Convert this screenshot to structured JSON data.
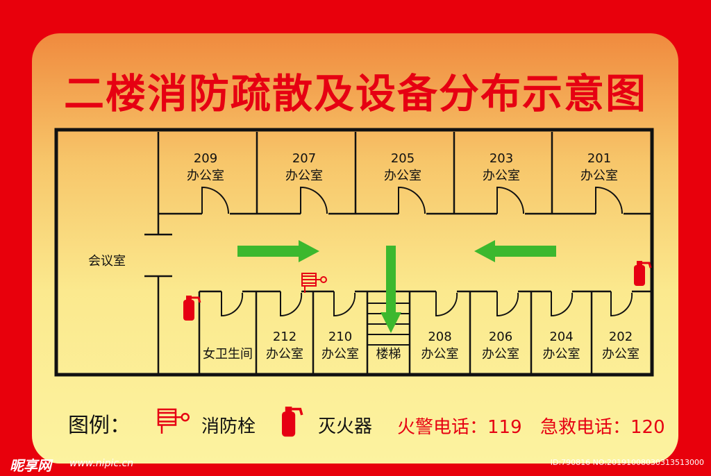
{
  "title": "二楼消防疏散及设备分布示意图",
  "rooms": {
    "meeting": "会议室",
    "r209_num": "209",
    "r209_name": "办公室",
    "r207_num": "207",
    "r207_name": "办公室",
    "r205_num": "205",
    "r205_name": "办公室",
    "r203_num": "203",
    "r203_name": "办公室",
    "r201_num": "201",
    "r201_name": "办公室",
    "restroom": "女卫生间",
    "r212_num": "212",
    "r212_name": "办公室",
    "r210_num": "210",
    "r210_name": "办公室",
    "stairs": "楼梯",
    "r208_num": "208",
    "r208_name": "办公室",
    "r206_num": "206",
    "r206_name": "办公室",
    "r204_num": "204",
    "r204_name": "办公室",
    "r202_num": "202",
    "r202_name": "办公室"
  },
  "legend": {
    "label": "图例：",
    "hydrant": "消防栓",
    "extinguisher": "灭火器",
    "fire_phone": "火警电话：119",
    "ambulance_phone": "急救电话：120"
  },
  "watermark": {
    "logo": "昵享网",
    "url": "www.nipic.cn",
    "id": "ID:790816 NO:20191008030313513000"
  },
  "colors": {
    "background": "#e8000c",
    "title": "#e60012",
    "arrow": "#3cb82e",
    "wall": "#111111",
    "equipment": "#e60012"
  }
}
